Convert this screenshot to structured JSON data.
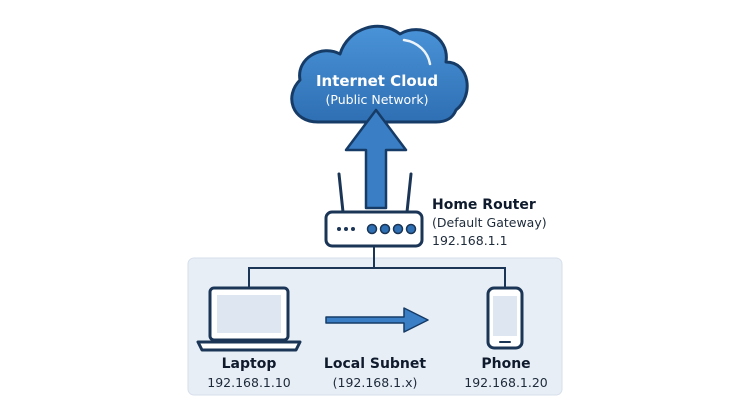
{
  "cloud": {
    "title": "Internet Cloud",
    "subtitle": "(Public Network)"
  },
  "router": {
    "title": "Home Router",
    "subtitle": "(Default Gateway)",
    "ip": "192.168.1.1"
  },
  "laptop": {
    "title": "Laptop",
    "ip": "192.168.1.10"
  },
  "subnet": {
    "title": "Local Subnet",
    "range": "(192.168.1.x)"
  },
  "phone": {
    "title": "Phone",
    "ip": "192.168.1.20"
  },
  "colors": {
    "cloud_fill": "#3a7fc6",
    "cloud_outline": "#163b66",
    "panel_fill": "#e8eef6",
    "device_outline": "#1b3556",
    "arrow_fill": "#3a7fc6"
  }
}
